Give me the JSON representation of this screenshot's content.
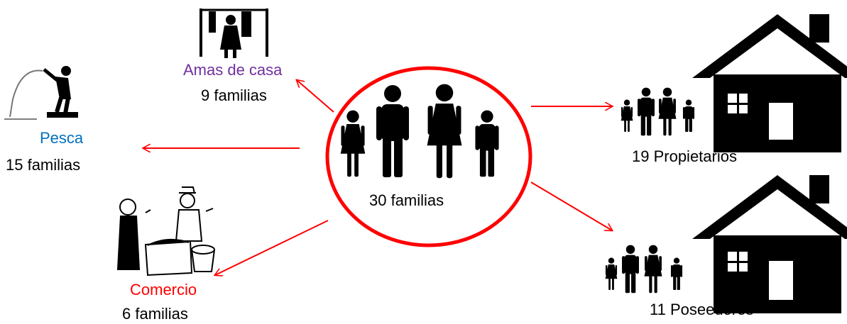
{
  "center": {
    "label": "30 familias"
  },
  "nodes": {
    "amas": {
      "title": "Amas de casa",
      "count": "9 familias",
      "title_color": "#7030a0"
    },
    "pesca": {
      "title": "Pesca",
      "count": "15 familias",
      "title_color": "#0070c0"
    },
    "comercio": {
      "title": "Comercio",
      "count": "6 familias",
      "title_color": "#ff0000"
    },
    "propietarios": {
      "count": "19 Propietarios"
    },
    "poseedores": {
      "count": "11 Poseedores"
    }
  },
  "colors": {
    "arrow": "#ff0000",
    "circle": "#ff0000",
    "icon": "#000000"
  }
}
